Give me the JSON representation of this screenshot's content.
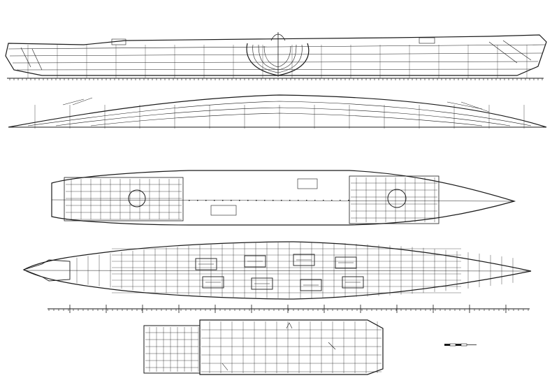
{
  "drawing": {
    "ink_color": "#1a1a1a",
    "paper_color": "#ffffff",
    "views": [
      {
        "id": "profile",
        "label": ""
      },
      {
        "id": "lines-plan",
        "label": ""
      },
      {
        "id": "upper-deck-plan",
        "label": ""
      },
      {
        "id": "lower-deck-plan",
        "label": ""
      },
      {
        "id": "hold-plan",
        "label": ""
      }
    ],
    "scale_bar": {
      "label": ""
    }
  }
}
